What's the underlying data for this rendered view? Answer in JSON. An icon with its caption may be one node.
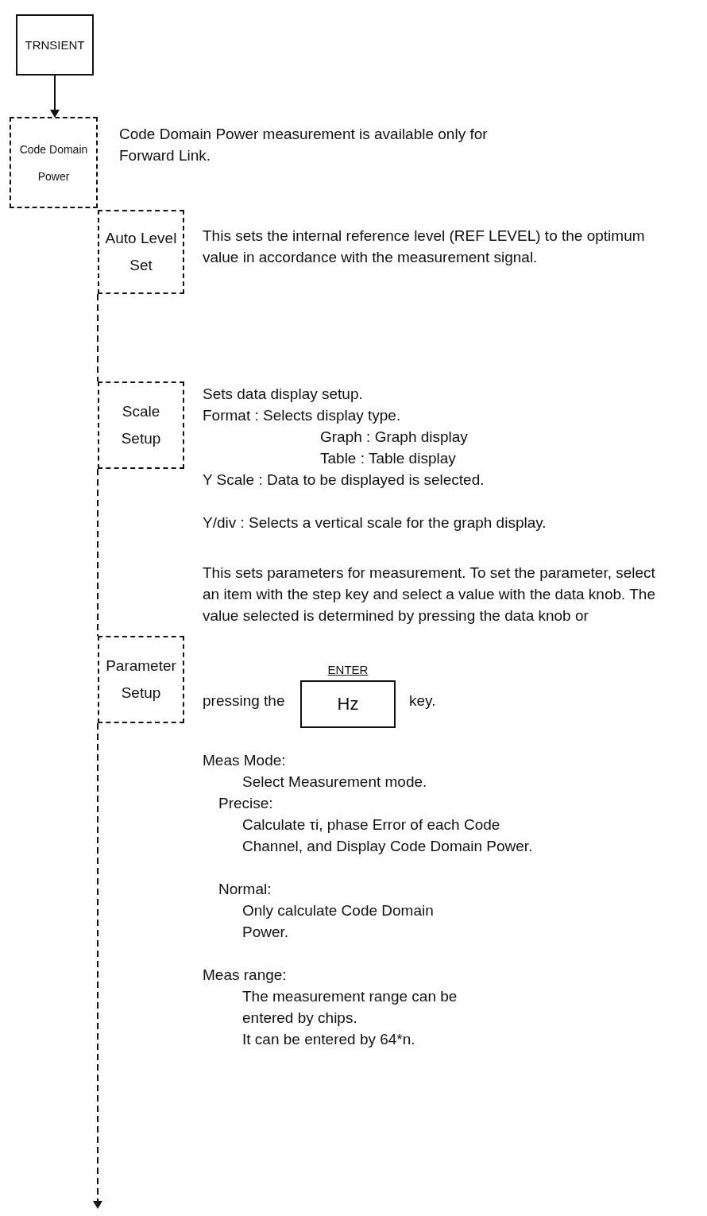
{
  "diagram": {
    "nodes": [
      {
        "text": [
          "TRNSIENT"
        ]
      },
      {
        "text": [
          "Code Domain Power"
        ],
        "beside": [
          "Code Domain Power measurement is available only for Forward Link."
        ]
      },
      {
        "text": [
          "Auto Level Set"
        ],
        "beside": [
          "This sets the internal reference level (REF LEVEL) to the optimum value in accordance with the measurement signal."
        ]
      },
      {
        "text": [
          "Scale Setup"
        ],
        "beside": [
          "Sets data display setup.",
          "Format : Selects display type.",
          "Graph : Graph display",
          "Table : Table display",
          "Y Scale : Data to be displayed is selected.",
          "Y/div : Selects a vertical scale for the graph display."
        ]
      },
      {
        "text": [
          "Parameter Setup"
        ],
        "beside": [
          "This sets parameters for measurement. To set the parameter, select an item with the step key and select a value with the data knob. The value selected is determined by pressing the data knob or"
        ]
      },
      {
        "text": [
          "ENTER",
          "Hz"
        ]
      }
    ],
    "edges": [
      {
        "from": 0,
        "to": 1,
        "arrow": "to"
      },
      {
        "from": 2,
        "to": 3,
        "arrow": "none",
        "style": "dashed"
      },
      {
        "from": 3,
        "to": 4,
        "arrow": "none",
        "style": "dashed"
      },
      {
        "from": 4,
        "to": null,
        "arrow": "to",
        "style": "dashed"
      }
    ],
    "labels": [
      "pressing the",
      "key.",
      "Meas Mode:",
      "Select Measurement mode.",
      "Precise:",
      "Calculate τi, phase Error of each Code Channel, and Display Code Domain Power.",
      "Normal:",
      "Only calculate Code Domain Power.",
      "Meas range:",
      "The measurement range can be entered by chips.",
      "It can be entered by 64*n."
    ]
  }
}
